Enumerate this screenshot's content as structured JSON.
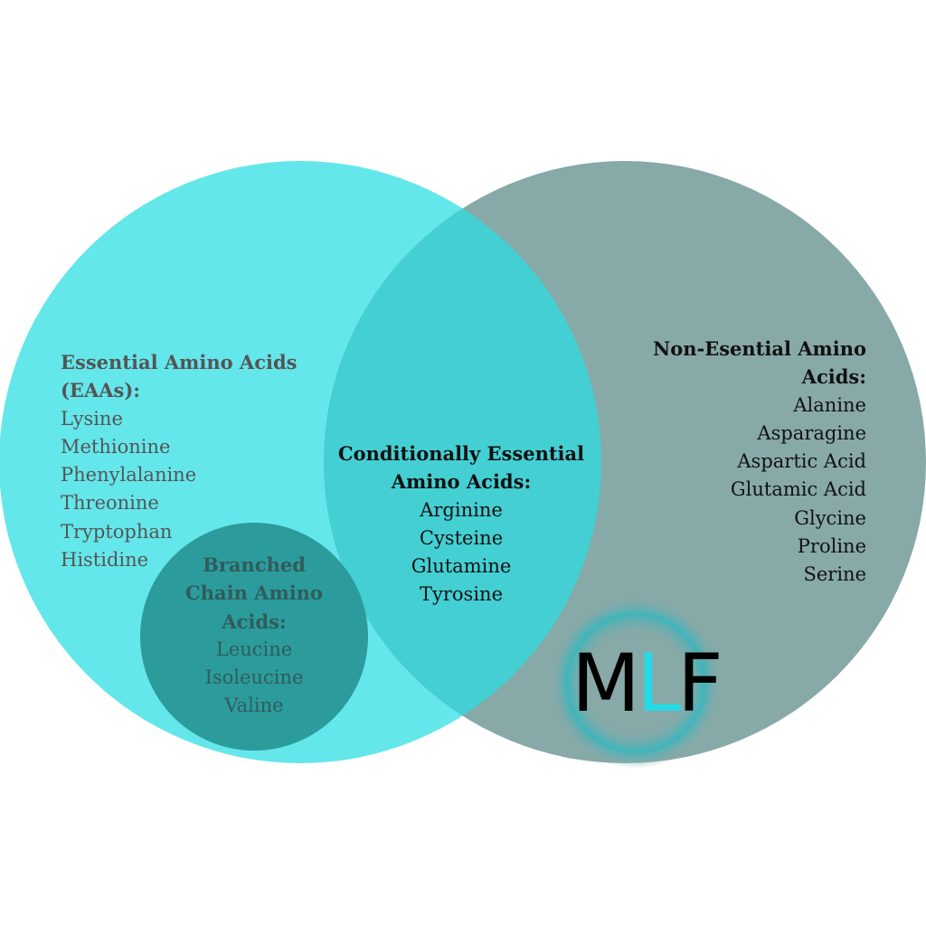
{
  "colors": {
    "essential": "#64e7eb",
    "non_essential": "#87a9a8",
    "overlap": "#44cfd3",
    "bcaa": "#2a9898"
  },
  "essential": {
    "title_line1": "Essential Amino Acids",
    "title_line2": "(EAAs):",
    "items": [
      "Lysine",
      "Methionine",
      "Phenylalanine",
      "Threonine",
      "Tryptophan",
      "Histidine"
    ]
  },
  "bcaa": {
    "title_line1": "Branched",
    "title_line2": "Chain Amino",
    "title_line3": "Acids:",
    "items": [
      "Leucine",
      "Isoleucine",
      "Valine"
    ]
  },
  "conditional": {
    "title_line1": "Conditionally Essential",
    "title_line2": "Amino Acids:",
    "items": [
      "Arginine",
      "Cysteine",
      "Glutamine",
      "Tyrosine"
    ]
  },
  "non_essential": {
    "title_line1": "Non-Esential Amino",
    "title_line2": "Acids:",
    "items": [
      "Alanine",
      "Asparagine",
      "Aspartic Acid",
      "Glutamic Acid",
      "Glycine",
      "Proline",
      "Serine"
    ]
  },
  "logo": {
    "text": "MLF",
    "m": "M",
    "l": "L",
    "f": "F"
  }
}
